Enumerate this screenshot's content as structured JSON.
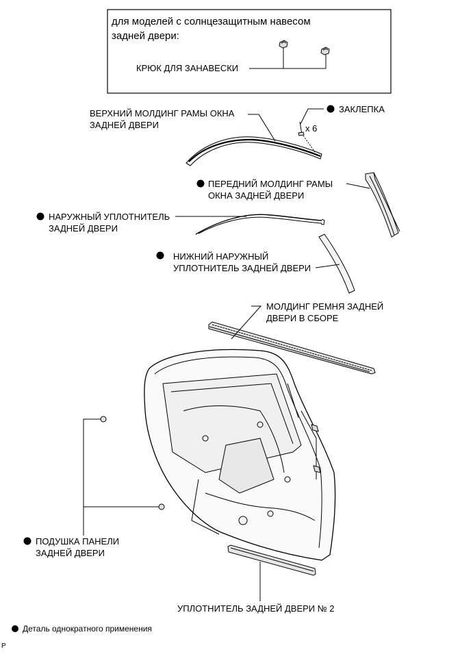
{
  "inset": {
    "title_line1": "для моделей с солнцезащитным навесом",
    "title_line2": "задней двери:",
    "hook_label": "КРЮК ДЛЯ ЗАНАВЕСКИ"
  },
  "callouts": {
    "upper_molding_line1": "ВЕРХНИЙ МОЛДИНГ РАМЫ ОКНА",
    "upper_molding_line2": "ЗАДНЕЙ ДВЕРИ",
    "rivet": "ЗАКЛЕПКА",
    "rivet_qty": "x 6",
    "front_molding_line1": "ПЕРЕДНИЙ МОЛДИНГ РАМЫ",
    "front_molding_line2": "ОКНА ЗАДНЕЙ ДВЕРИ",
    "outer_seal_line1": "НАРУЖНЫЙ УПЛОТНИТЕЛЬ",
    "outer_seal_line2": "ЗАДНЕЙ ДВЕРИ",
    "lower_seal_line1": "НИЖНИЙ НАРУЖНЫЙ",
    "lower_seal_line2": "УПЛОТНИТЕЛЬ ЗАДНЕЙ ДВЕРИ",
    "belt_molding_line1": "МОЛДИНГ РЕМНЯ ЗАДНЕЙ",
    "belt_molding_line2": "ДВЕРИ В СБОРЕ",
    "cushion_line1": "ПОДУШКА ПАНЕЛИ",
    "cushion_line2": "ЗАДНЕЙ ДВЕРИ",
    "seal_no2": "УПЛОТНИТЕЛЬ ЗАДНЕЙ ДВЕРИ № 2"
  },
  "legend": {
    "text": "Деталь однократного применения"
  },
  "corner_code": "P"
}
